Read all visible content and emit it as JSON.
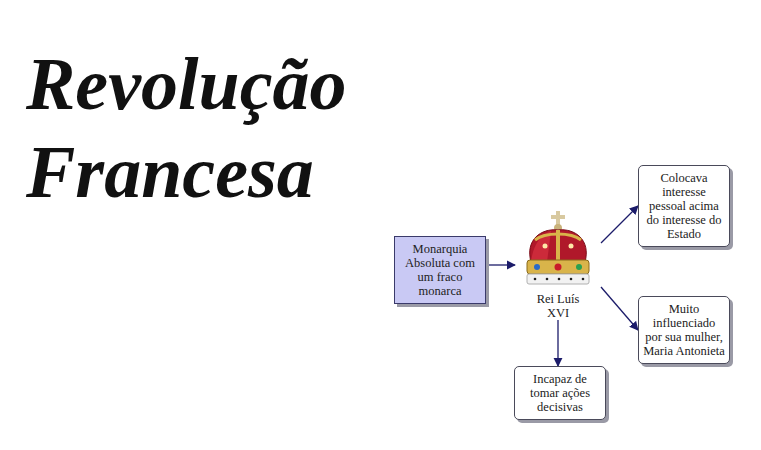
{
  "diagram": {
    "title": "Revolução Francesa",
    "nodes": [
      {
        "text": [
          "Monarquia Absoluta com um fraco monarca"
        ]
      },
      {
        "text": [
          "Rei Luís XVI"
        ]
      },
      {
        "text": [
          "Colocava interesse pessoal acima do interesse do Estado"
        ]
      },
      {
        "text": [
          "Muito influenciado por sua mulher, Maria Antonieta"
        ]
      },
      {
        "text": [
          "Incapaz de tomar ações decisivas"
        ]
      }
    ],
    "edges": [
      {
        "from": 0,
        "to": 1,
        "arrow": "to"
      },
      {
        "from": 1,
        "to": 2,
        "arrow": "to"
      },
      {
        "from": 1,
        "to": 3,
        "arrow": "to"
      },
      {
        "from": 1,
        "to": 4,
        "arrow": "to"
      }
    ]
  }
}
